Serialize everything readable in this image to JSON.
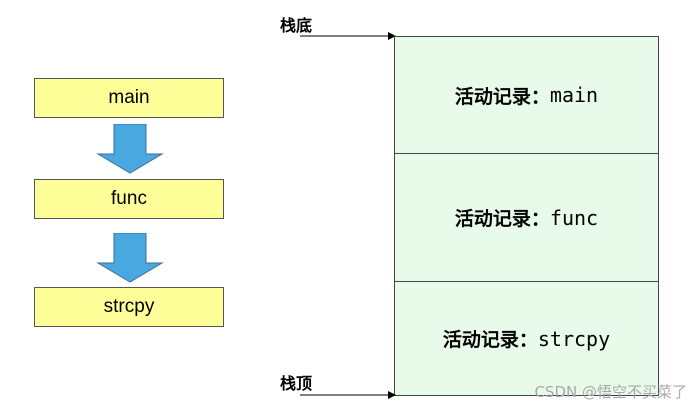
{
  "call_chain": [
    {
      "label": "main"
    },
    {
      "label": "func"
    },
    {
      "label": "strcpy"
    }
  ],
  "stack": {
    "bottom_label": "栈底",
    "top_label": "栈顶",
    "frames": [
      {
        "prefix": "活动记录：",
        "name": "main"
      },
      {
        "prefix": "活动记录：",
        "name": "func"
      },
      {
        "prefix": "活动记录：",
        "name": "strcpy"
      }
    ]
  },
  "watermark": "CSDN @悟空不买菜了",
  "colors": {
    "call_box_fill": "#ffff99",
    "arrow_fill": "#4aa8e0",
    "stack_fill": "#e8fbea"
  }
}
